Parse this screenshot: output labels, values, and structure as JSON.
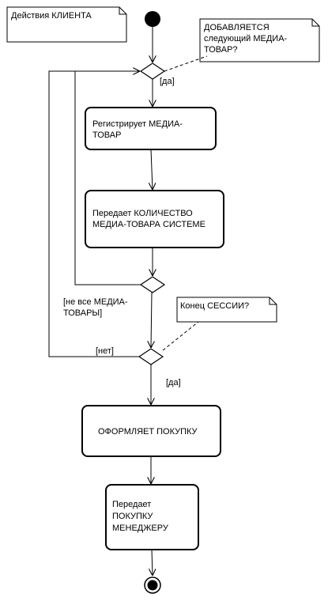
{
  "notes": {
    "client_actions": "Действия КЛИЕНТА",
    "next_item_question": [
      "ДОБАВЛЯЕТСЯ",
      "следующий МЕДИА-",
      "ТОВАР?"
    ],
    "session_end_question": "Конец СЕССИИ?"
  },
  "activities": {
    "register_item": [
      "Регистрирует МЕДИА-",
      "ТОВАР"
    ],
    "send_quantity": [
      "Передает КОЛИЧЕСТВО",
      "МЕДИА-ТОВАРА СИСТЕМЕ"
    ],
    "checkout": "ОФОРМЛЯЕТ ПОКУПКУ",
    "send_to_manager": [
      "Передает",
      "ПОКУПКУ",
      "МЕНЕДЖЕРУ"
    ]
  },
  "guards": {
    "yes_top": "[да]",
    "not_all_items": [
      "[не все МЕДИА-",
      "ТОВАРЫ]"
    ],
    "no": "[нет]",
    "yes_bottom": "[да]"
  }
}
